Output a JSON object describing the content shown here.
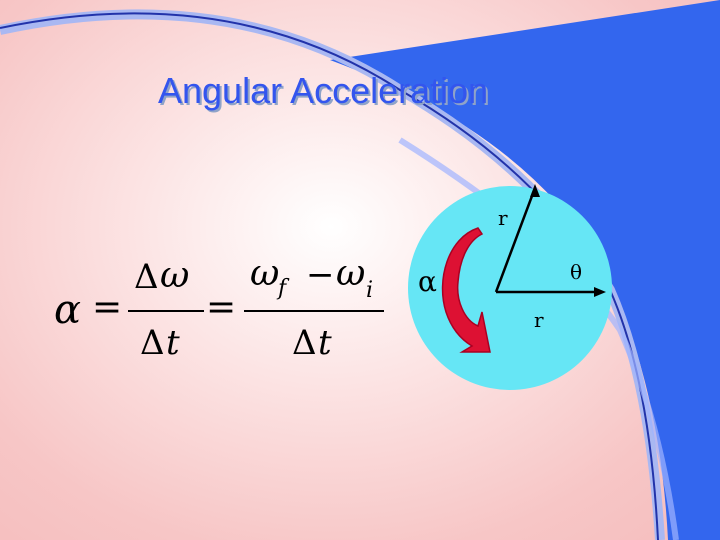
{
  "slide": {
    "title": "Angular Acceleration",
    "colors": {
      "title": "#3355ee",
      "accent_panel": "#3366ee",
      "circle": "#66e6f5",
      "arrow": "#dd1133"
    }
  },
  "formula": {
    "alpha": "α",
    "eq": "=",
    "delta": "Δ",
    "omega": "ω",
    "t": "t",
    "minus": "−",
    "sub_f": "f",
    "sub_i": "i"
  },
  "diagram": {
    "r_top": "r",
    "r_bottom": "r",
    "theta": "θ",
    "alpha": "α",
    "icon": "curved-rotation-arrow"
  }
}
